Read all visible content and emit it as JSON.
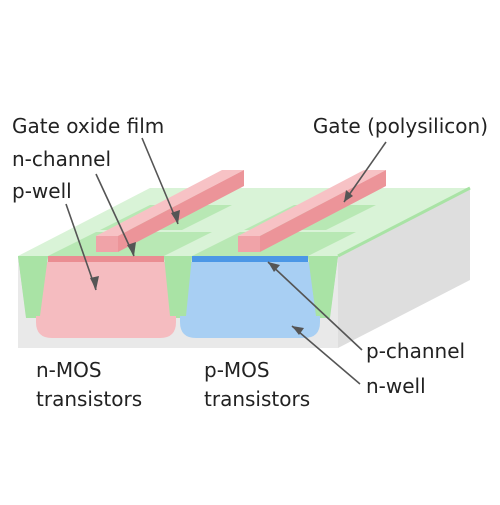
{
  "labels": {
    "gate_oxide_film": "Gate oxide film",
    "n_channel": "n-channel",
    "p_well": "p-well",
    "gate_polysilicon": "Gate (polysilicon)",
    "nmos_line1": "n-MOS",
    "nmos_line2": "transistors",
    "pmos_line1": "p-MOS",
    "pmos_line2": "transistors",
    "p_channel": "p-channel",
    "n_well": "n-well"
  },
  "colors": {
    "substrate": "#e6e6e6",
    "substrate_side": "#dcdcdc",
    "isolation": "#a9e3a5",
    "isolation_top": "#d8f2d6",
    "p_well": "#f4b9bd",
    "n_well": "#a7cff3",
    "n_channel": "#e98a8f",
    "p_channel": "#4a96e6",
    "gate": "#f0a0a5",
    "gate_top": "#f7c0c3",
    "arrow": "#555555"
  }
}
